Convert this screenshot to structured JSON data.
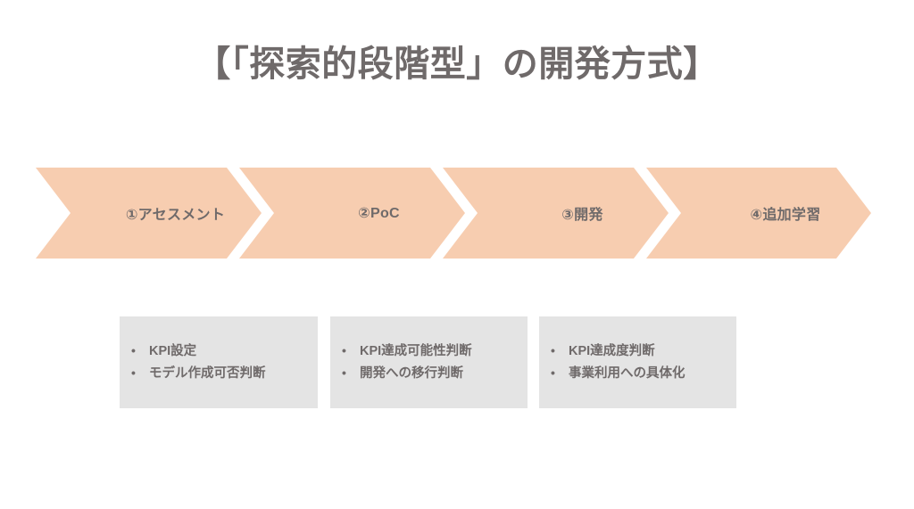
{
  "slide": {
    "title": "【「探索的段階型」の開発方式】",
    "background_color": "#ffffff",
    "title_color": "#6f6a6a"
  },
  "phases": {
    "fill_color": "#F7CDB0",
    "label_color": "#6f6a6a",
    "items": [
      {
        "label": "①アセスメント"
      },
      {
        "label": "②PoC"
      },
      {
        "label": "③開発"
      },
      {
        "label": "④追加学習"
      }
    ]
  },
  "details": {
    "box_color": "#E4E4E4",
    "text_color": "#6f6a6a",
    "bullet": "•",
    "boxes": [
      {
        "items": [
          "KPI設定",
          "モデル作成可否判断"
        ]
      },
      {
        "items": [
          "KPI達成可能性判断",
          "開発への移行判断"
        ]
      },
      {
        "items": [
          "KPI達成度判断",
          "事業利用への具体化"
        ]
      }
    ]
  }
}
